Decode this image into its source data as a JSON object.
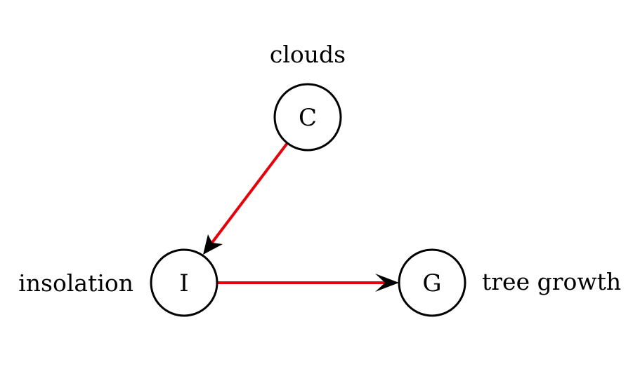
{
  "diagram": {
    "nodes": [
      {
        "id": "C",
        "label": "C",
        "description": "clouds"
      },
      {
        "id": "I",
        "label": "I",
        "description": "insolation"
      },
      {
        "id": "G",
        "label": "G",
        "description": "tree growth"
      }
    ],
    "edges": [
      {
        "from": "C",
        "to": "I"
      },
      {
        "from": "I",
        "to": "G"
      }
    ],
    "colors": {
      "edge": "#e8000b",
      "arrowhead": "#000000",
      "node_stroke": "#000000"
    }
  }
}
